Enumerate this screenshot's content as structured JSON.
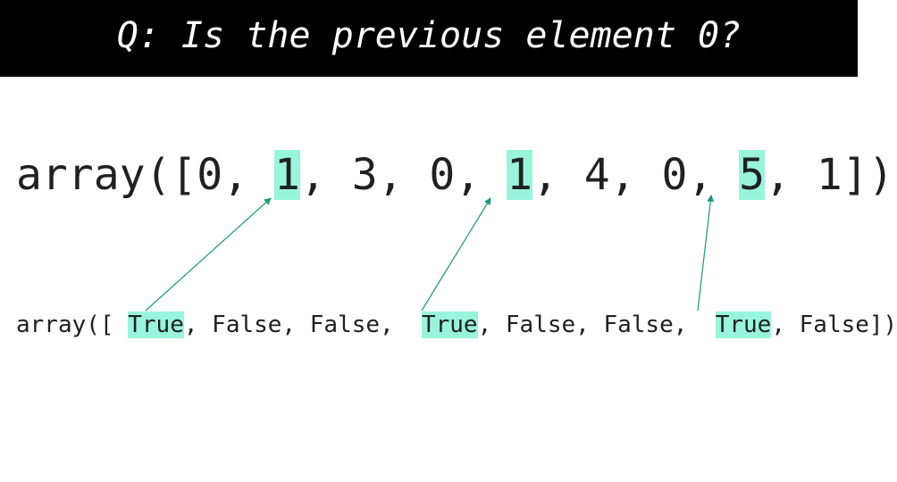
{
  "title": "Q: Is the previous element 0?",
  "highlight_color": "#98f5dc",
  "arrow_color": "#1a9a7a",
  "array_line": {
    "prefix": "array([0, ",
    "hl1": "1",
    "mid1": ", 3, 0, ",
    "hl2": "1",
    "mid2": ", 4, 0, ",
    "hl3": "5",
    "suffix": ", 1])"
  },
  "mask_line": {
    "prefix": "array([ ",
    "hl1": "True",
    "mid1": ", False, False,  ",
    "hl2": "True",
    "mid2": ", False, False,  ",
    "hl3": "True",
    "suffix": ", False])"
  }
}
